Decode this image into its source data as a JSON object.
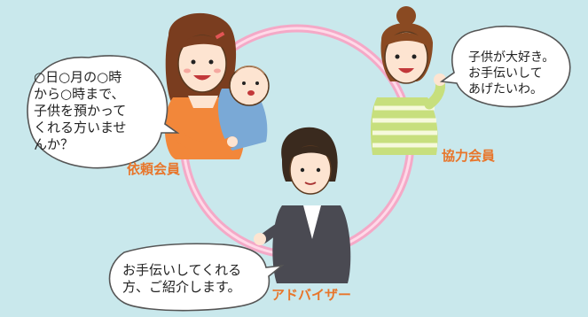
{
  "colors": {
    "background": "#c9e8ec",
    "ring": "#f4a9c7",
    "label": "#e8752a",
    "bubble_fill": "#ffffff",
    "bubble_stroke": "#555555"
  },
  "requester": {
    "bubble_lines": "○日○月の○時\nから○時まで、\n子供を預かって\nくれる方いませ\nんか？",
    "label": "依頼会員"
  },
  "helper": {
    "bubble_lines": "子供が大好き。\nお手伝いして\nあげたいわ。",
    "label": "協力会員"
  },
  "advisor": {
    "bubble_lines": "お手伝いしてくれる\n方、ご紹介します。",
    "label": "アドバイザー"
  }
}
